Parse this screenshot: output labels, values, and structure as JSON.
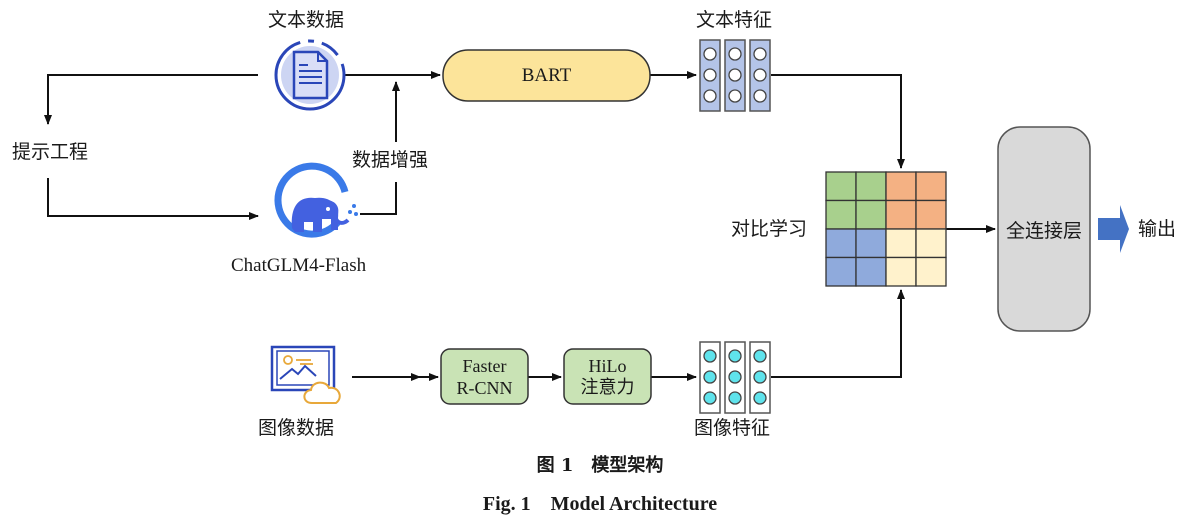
{
  "nodes": {
    "text_data": {
      "label": "文本数据",
      "icon": "document-icon"
    },
    "prompt_eng": {
      "label": "提示工程"
    },
    "chatglm": {
      "label": "ChatGLM4-Flash",
      "icon": "elephant-icon"
    },
    "augment": {
      "label": "数据增强"
    },
    "bart": {
      "label": "BART"
    },
    "text_features": {
      "label": "文本特征"
    },
    "contrastive": {
      "label": "对比学习"
    },
    "fc_layer": {
      "label": "全连接层"
    },
    "output": {
      "label": "输出"
    },
    "image_data": {
      "label": "图像数据",
      "icon": "image-cloud-icon"
    },
    "faster_rcnn": {
      "line1": "Faster",
      "line2": "R-CNN"
    },
    "hilo": {
      "line1": "HiLo",
      "line2": "注意力"
    },
    "image_features": {
      "label": "图像特征"
    }
  },
  "colors": {
    "bart_fill": "#fce49a",
    "green_box": "#c9e3b5",
    "text_feat": "#b4c4e8",
    "image_feat_dot": "#5fe3ec",
    "grid_green": "#a8d08d",
    "grid_orange": "#f4b183",
    "grid_blue": "#8faadc",
    "grid_yellow": "#fff2cc",
    "fc_fill": "#d9d9d9",
    "output_arrow": "#4472c4"
  },
  "caption": {
    "cn": "图 1　模型架构",
    "en": "Fig. 1　Model Architecture"
  }
}
